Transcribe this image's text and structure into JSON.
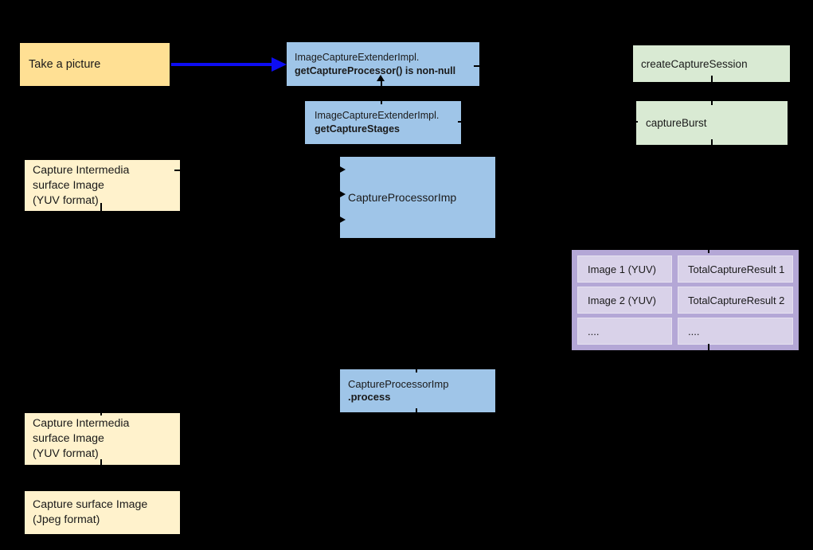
{
  "diagram": {
    "background": "#000000",
    "nodes": {
      "take_picture": {
        "label": "Take a picture",
        "color": "#ffe094"
      },
      "get_capture_processor": {
        "line1": "ImageCaptureExtenderImpl.",
        "line2": "getCaptureProcessor() is non-null",
        "color": "#9fc5e8"
      },
      "create_capture_session": {
        "label": "createCaptureSession",
        "color": "#d9ead3"
      },
      "get_capture_stages": {
        "line1": "ImageCaptureExtenderImpl.",
        "line2": "getCaptureStages",
        "color": "#9fc5e8"
      },
      "capture_burst": {
        "label": "captureBurst",
        "color": "#d9ead3"
      },
      "capture_intermedia_top": {
        "line1": "Capture Intermedia",
        "line2": "surface Image",
        "line3": "(YUV format)",
        "color": "#fff2cc"
      },
      "capture_processor_imp": {
        "label": "CaptureProcessorImp",
        "color": "#9fc5e8"
      },
      "capture_processor_process": {
        "line1": "CaptureProcessorImp",
        "line2": ".process",
        "color": "#9fc5e8"
      },
      "capture_intermedia_bottom": {
        "line1": "Capture Intermedia",
        "line2": "surface Image",
        "line3": "(YUV format)",
        "color": "#fff2cc"
      },
      "capture_surface_jpeg": {
        "line1": "Capture surface Image",
        "line2": "(Jpeg format)",
        "color": "#fff2cc"
      }
    },
    "result_table": {
      "outer_color": "#b4a7d6",
      "cell_color": "#d9d2e9",
      "rows": [
        [
          "Image 1 (YUV)",
          "TotalCaptureResult 1"
        ],
        [
          "Image 2 (YUV)",
          "TotalCaptureResult 2"
        ],
        [
          "....",
          "...."
        ]
      ]
    },
    "arrow": {
      "color": "#0d0df2",
      "from": "take_picture",
      "to": "get_capture_processor"
    }
  }
}
